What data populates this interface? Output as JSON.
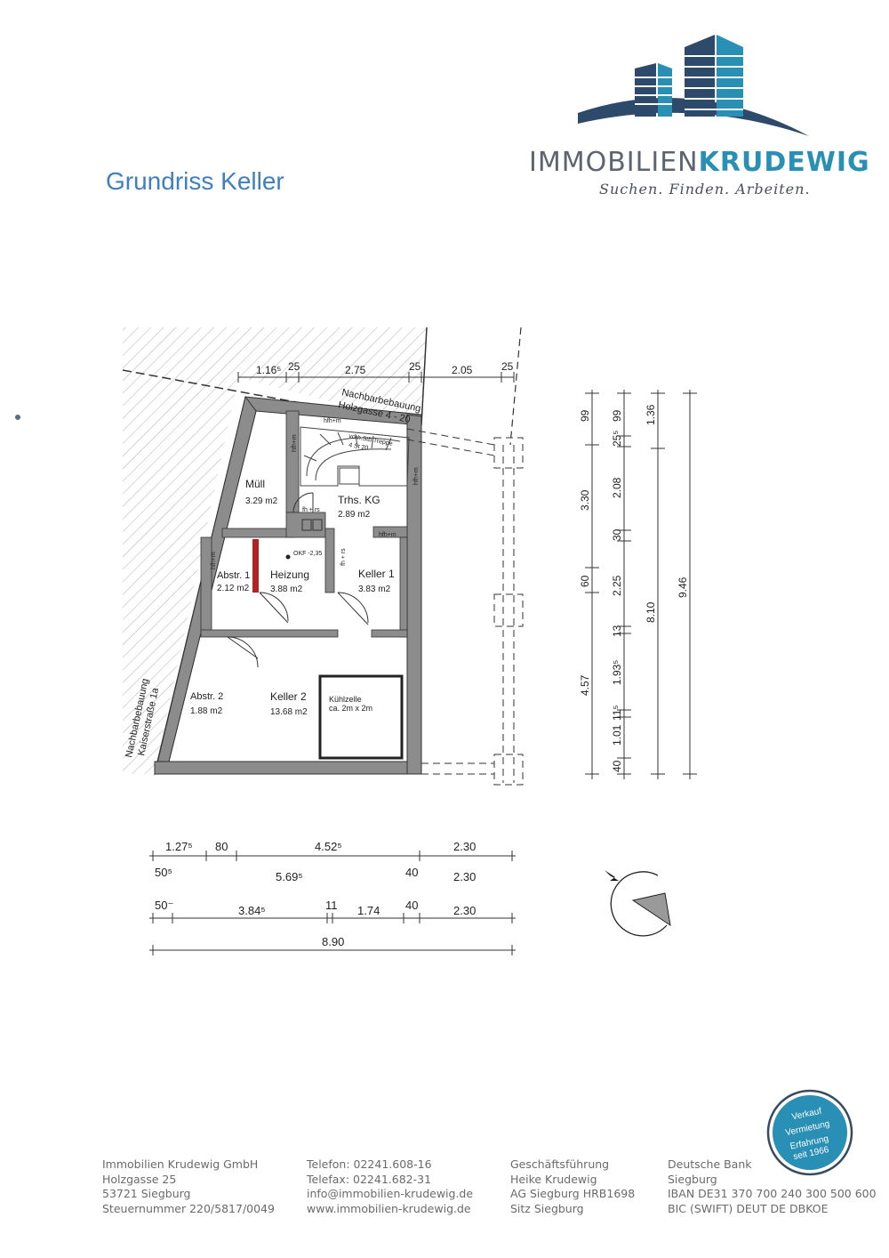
{
  "header": {
    "title": "Grundriss Keller"
  },
  "logo": {
    "name_part1": "IMMOBILIEN",
    "name_part2": "KRUDEWIG",
    "tagline": "Suchen. Finden. Arbeiten."
  },
  "colors": {
    "title": "#3f7fbf",
    "brand_blue": "#2a8fb5",
    "brand_dark": "#2e4a6a",
    "badge": "#2a8fb5",
    "wall": "#8a8a8a"
  },
  "plan": {
    "neighbor_top": [
      "Nachbarbebauung",
      "Holzgasse 4 - 20"
    ],
    "neighbor_left": [
      "Nachbarbebauung",
      "Kaiserstraße 1a"
    ],
    "rooms": {
      "muell": {
        "name": "Müll",
        "area": "3.29 m2"
      },
      "treppe": {
        "name": "Trhs. KG",
        "area": "2.89 m2"
      },
      "abstr1": {
        "name": "Abstr. 1",
        "area": "2.12 m2"
      },
      "heizung": {
        "name": "Heizung",
        "area": "3.88 m2"
      },
      "keller1": {
        "name": "Keller 1",
        "area": "3.83 m2"
      },
      "abstr2": {
        "name": "Abstr. 2",
        "area": "1.88 m2"
      },
      "keller2": {
        "name": "Keller 2",
        "area": "13.68 m2"
      },
      "kuehlzelle": {
        "name": "Kühlzelle",
        "size": "ca. 2m x 2m"
      }
    },
    "annotations": {
      "treppe_note": "vorh.Stb.Treppe",
      "treppe_steps": "4 St 20",
      "hfh": "hfh+m",
      "fh": "fh + rs",
      "okf": "OKF -2,35"
    },
    "dims_top": [
      "1.16⁵",
      "25",
      "2.75",
      "25",
      "2.05",
      "25"
    ],
    "dims_right_inner": [
      "99",
      "3.30",
      "60",
      "4.57"
    ],
    "dims_right_2": [
      "99",
      "25⁵",
      "2.08",
      "30",
      "2.25",
      "13",
      "1.93⁵",
      "11⁵",
      "1.01",
      "40"
    ],
    "dims_right_3": [
      "1.36",
      "8.10"
    ],
    "dims_right_4": [
      "9.46"
    ],
    "dims_bottom_row1": [
      "1.27⁵",
      "80",
      "4.52⁵",
      "2.30"
    ],
    "dims_bottom_row2": [
      "50⁵",
      "5.69⁵",
      "40",
      "2.30"
    ],
    "dims_bottom_row3": [
      "50⁻",
      "3.84⁵",
      "11",
      "1.74",
      "40",
      "2.30"
    ],
    "dims_bottom_total": "8.90"
  },
  "badge": {
    "lines": [
      "Verkauf",
      "Vermietung",
      "Erfahrung",
      "seit 1966"
    ]
  },
  "footer": {
    "company": [
      "Immobilien Krudewig GmbH",
      "Holzgasse 25",
      "53721 Siegburg",
      "Steuernummer 220/5817/0049"
    ],
    "contact": [
      "Telefon: 02241.608-16",
      "Telefax: 02241.682-31",
      "info@immobilien-krudewig.de",
      "www.immobilien-krudewig.de"
    ],
    "management": [
      "Geschäftsführung",
      "Heike Krudewig",
      "AG Siegburg HRB1698",
      "Sitz Siegburg"
    ],
    "bank": [
      "Deutsche Bank",
      "Siegburg",
      "IBAN DE31 370 700 240 300 500 600",
      "BIC (SWIFT) DEUT DE DBKOE"
    ]
  }
}
